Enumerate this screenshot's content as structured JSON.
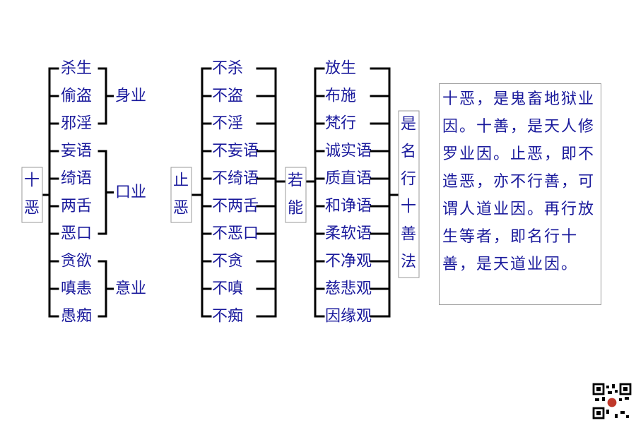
{
  "ten_evils": {
    "label": "十恶",
    "items": [
      "杀生",
      "偷盗",
      "邪淫",
      "妄语",
      "绮语",
      "两舌",
      "恶口",
      "贪欲",
      "嗔恚",
      "愚痴"
    ],
    "groups": [
      "身业",
      "口业",
      "意业"
    ]
  },
  "stop_evil": {
    "label": "止恶",
    "items": [
      "不杀",
      "不盗",
      "不淫",
      "不妄语",
      "不绮语",
      "不两舌",
      "不恶口",
      "不贪",
      "不嗔",
      "不痴"
    ]
  },
  "if_able": {
    "label": "若能"
  },
  "practices": {
    "items": [
      "放生",
      "布施",
      "梵行",
      "诚实语",
      "质直语",
      "和诤语",
      "柔软语",
      "不净观",
      "慈悲观",
      "因缘观"
    ]
  },
  "conclusion": {
    "label": "是名行十善法"
  },
  "note": "十恶，是鬼畜地狱业因。十善，是天人修罗业因。止恶，即不造恶，亦不行善，可谓人道业因。再行放生等者，即名行十善，是天道业因。",
  "colors": {
    "text": "#1a1a9c",
    "bracket": "#000000",
    "box_border": "#9a9a9a"
  },
  "icons": [
    "qr-code-icon"
  ]
}
